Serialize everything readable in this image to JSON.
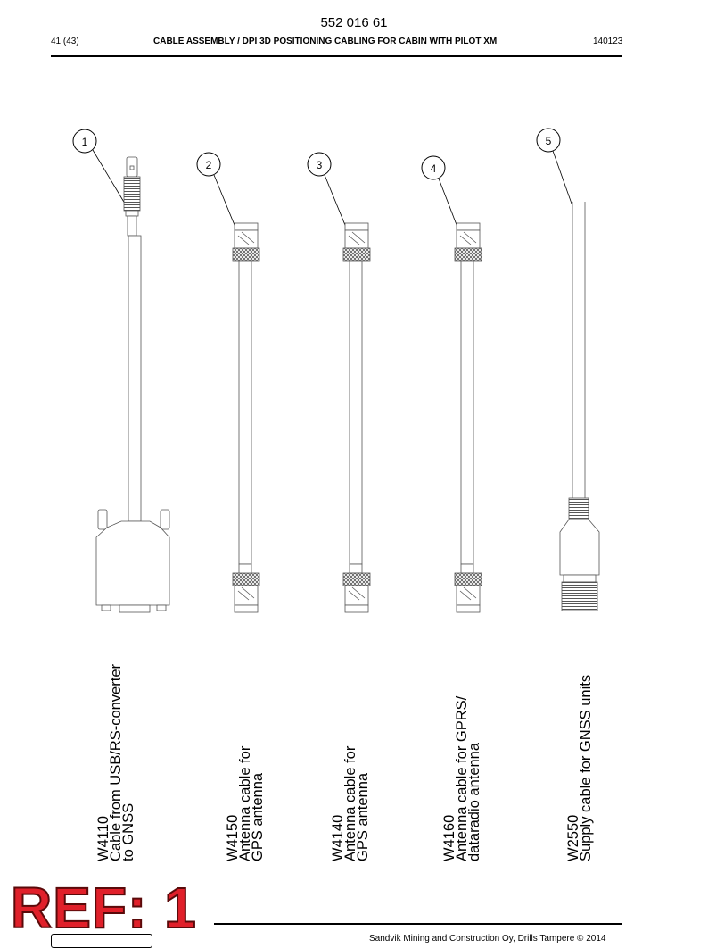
{
  "header": {
    "doc_number": "552 016 61",
    "page": "41 (43)",
    "title": "CABLE ASSEMBLY / DPI 3D POSITIONING CABLING FOR CABIN WITH PILOT XM",
    "date": "140123"
  },
  "callouts": [
    "1",
    "2",
    "3",
    "4",
    "5"
  ],
  "cables": [
    {
      "code": "W4110",
      "line1": "Cable from USB/RS-converter",
      "line2": "to GNSS"
    },
    {
      "code": "W4150",
      "line1": "Antenna cable for",
      "line2": "GPS antenna"
    },
    {
      "code": "W4140",
      "line1": "Antenna cable for",
      "line2": "GPS antenna"
    },
    {
      "code": "W4160",
      "line1": "Antenna cable for GPRS/",
      "line2": "dataradio antenna"
    },
    {
      "code": "W2550",
      "line1": "Supply cable for GNSS units",
      "line2": ""
    }
  ],
  "stamp": "REF: 1",
  "footer": "Sandvik Mining and Construction Oy, Drills Tampere © 2014"
}
